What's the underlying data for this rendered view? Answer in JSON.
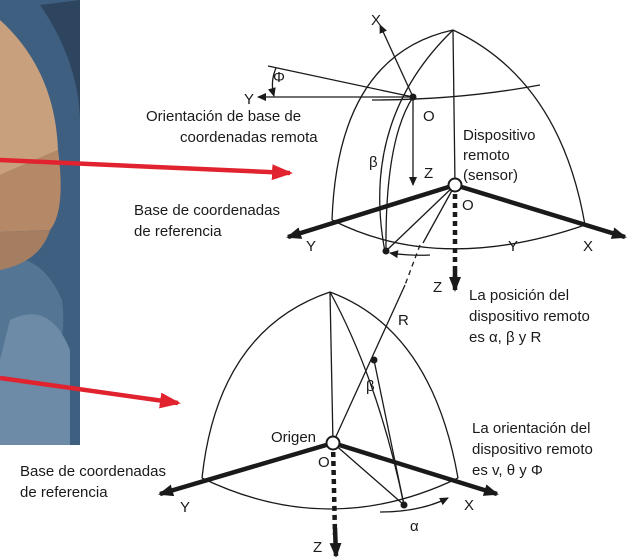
{
  "colors": {
    "arrow_red": "#e0232f",
    "ink": "#1a1a1a"
  },
  "remote_frame": {
    "axis_x_top": "X",
    "axis_y_left": "Y",
    "phi": "Φ",
    "origin_o_upper": "O",
    "orientation_label": [
      "Orientación de base de",
      "coordenadas remota"
    ],
    "beta": "β",
    "axis_z_inner": "Z",
    "device_label": [
      "Dispositivo",
      "remoto",
      "(sensor)"
    ],
    "origin_o": "O",
    "reference_label": [
      "Base de coordenadas",
      "de referencia"
    ],
    "axis_y_bottom_left": "Y",
    "axis_y_bottom_mid": "Y",
    "axis_x_bottom_right": "X"
  },
  "position_note": {
    "axis_z": "Z",
    "text": [
      "La posición del",
      "dispositivo remoto",
      "es α, β y R"
    ]
  },
  "reference_frame": {
    "r_label": "R",
    "beta": "β",
    "origin_label": "Origen",
    "origin_o": "O",
    "orientation_note": [
      "La orientación del",
      "dispositivo remoto",
      "es v, θ y Φ"
    ],
    "reference_label": [
      "Base de coordenadas",
      "de referencia"
    ],
    "axis_y": "Y",
    "axis_x": "X",
    "alpha": "α",
    "axis_z": "Z"
  }
}
